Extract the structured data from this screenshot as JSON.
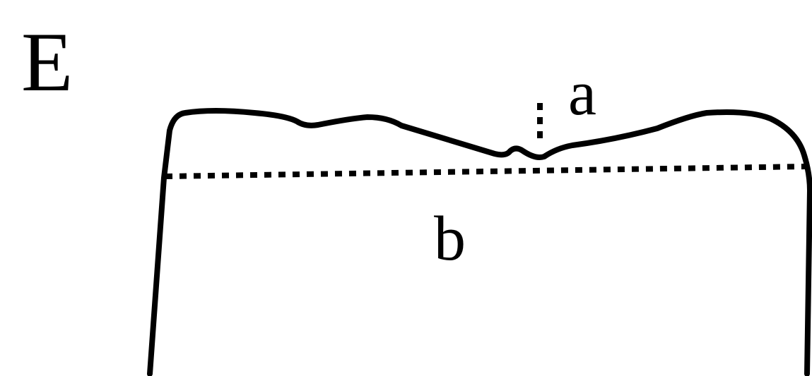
{
  "panel_label": "E",
  "labels": {
    "depth": "a",
    "width": "b"
  },
  "colors": {
    "ink": "#000000",
    "background": "#ffffff"
  }
}
